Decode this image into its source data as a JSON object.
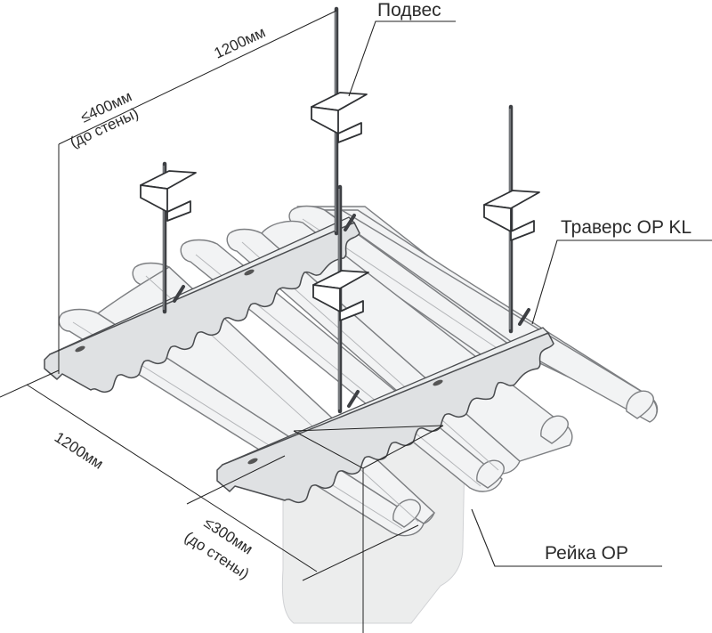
{
  "labels": {
    "hanger": "Подвес",
    "traverse": "Траверс OP KL",
    "rail": "Рейка OP"
  },
  "dimensions": {
    "top_span": "1200мм",
    "top_wall_value": "≤400мм",
    "top_wall_note": "(до стены)",
    "bottom_span": "1200мм",
    "bottom_wall_value": "≤300мм",
    "bottom_wall_note": "(до стены)"
  }
}
